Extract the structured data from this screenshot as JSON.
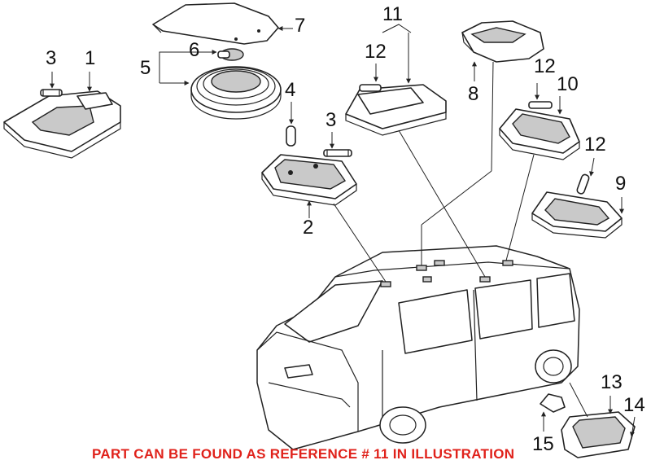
{
  "diagram": {
    "callouts": {
      "c1": "1",
      "c2": "2",
      "c3a": "3",
      "c3b": "3",
      "c4": "4",
      "c5": "5",
      "c6": "6",
      "c7": "7",
      "c8": "8",
      "c9": "9",
      "c10": "10",
      "c11": "11",
      "c12a": "12",
      "c12b": "12",
      "c12c": "12",
      "c13": "13",
      "c14": "14",
      "c15": "15"
    },
    "note": "PART CAN BE FOUND AS REFERENCE # 11 IN ILLUSTRATION",
    "note_color": "#e0221b"
  }
}
